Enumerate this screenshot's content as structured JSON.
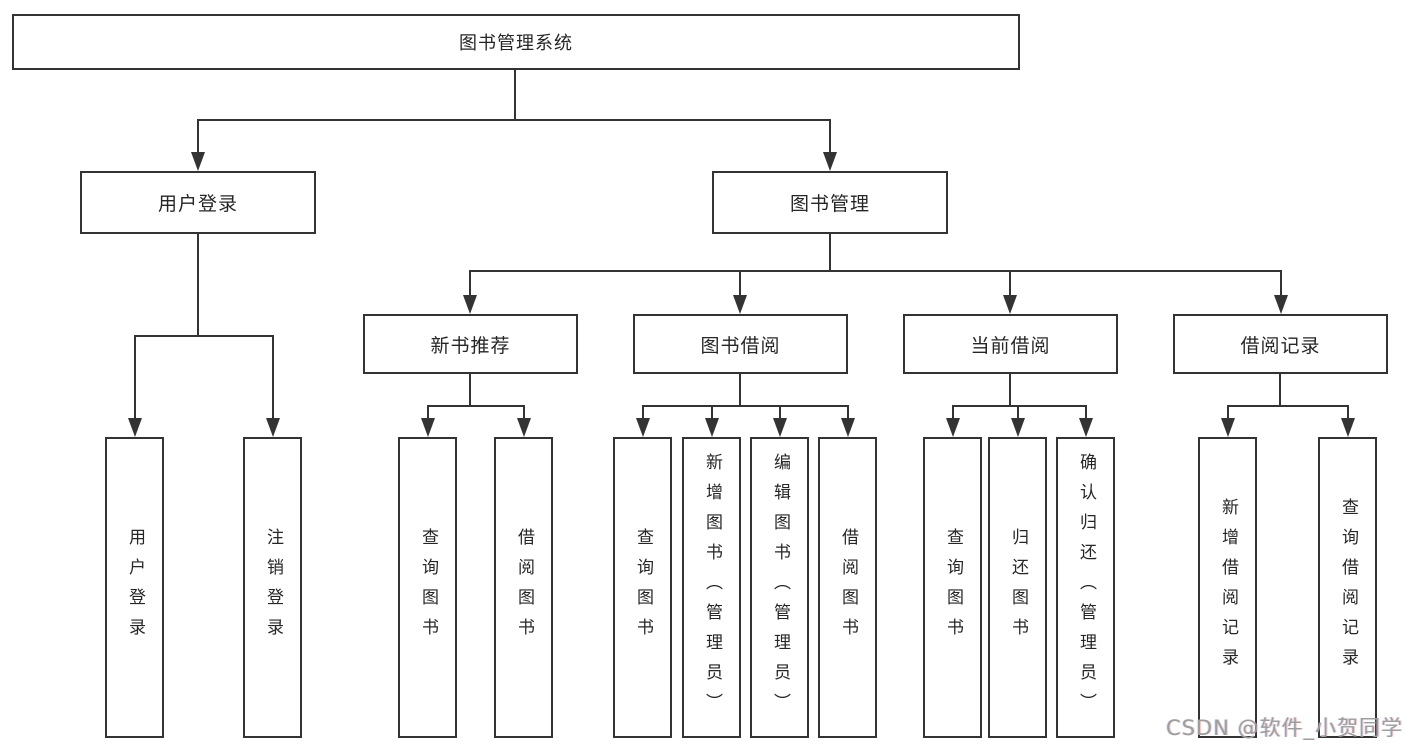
{
  "diagram": {
    "root": "图书管理系统",
    "user_login": {
      "label": "用户登录",
      "children": [
        "用户登录",
        "注销登录"
      ]
    },
    "book_mgmt": {
      "label": "图书管理",
      "groups": [
        {
          "label": "新书推荐",
          "children": [
            "查询图书",
            "借阅图书"
          ]
        },
        {
          "label": "图书借阅",
          "children": [
            "查询图书",
            "新增图书（管理员）",
            "编辑图书（管理员）",
            "借阅图书"
          ]
        },
        {
          "label": "当前借阅",
          "children": [
            "查询图书",
            "归还图书",
            "确认归还（管理员）"
          ]
        },
        {
          "label": "借阅记录",
          "children": [
            "新增借阅记录",
            "查询借阅记录"
          ]
        }
      ]
    }
  },
  "watermark": {
    "text": "CSDN @软件_小贺同学"
  }
}
